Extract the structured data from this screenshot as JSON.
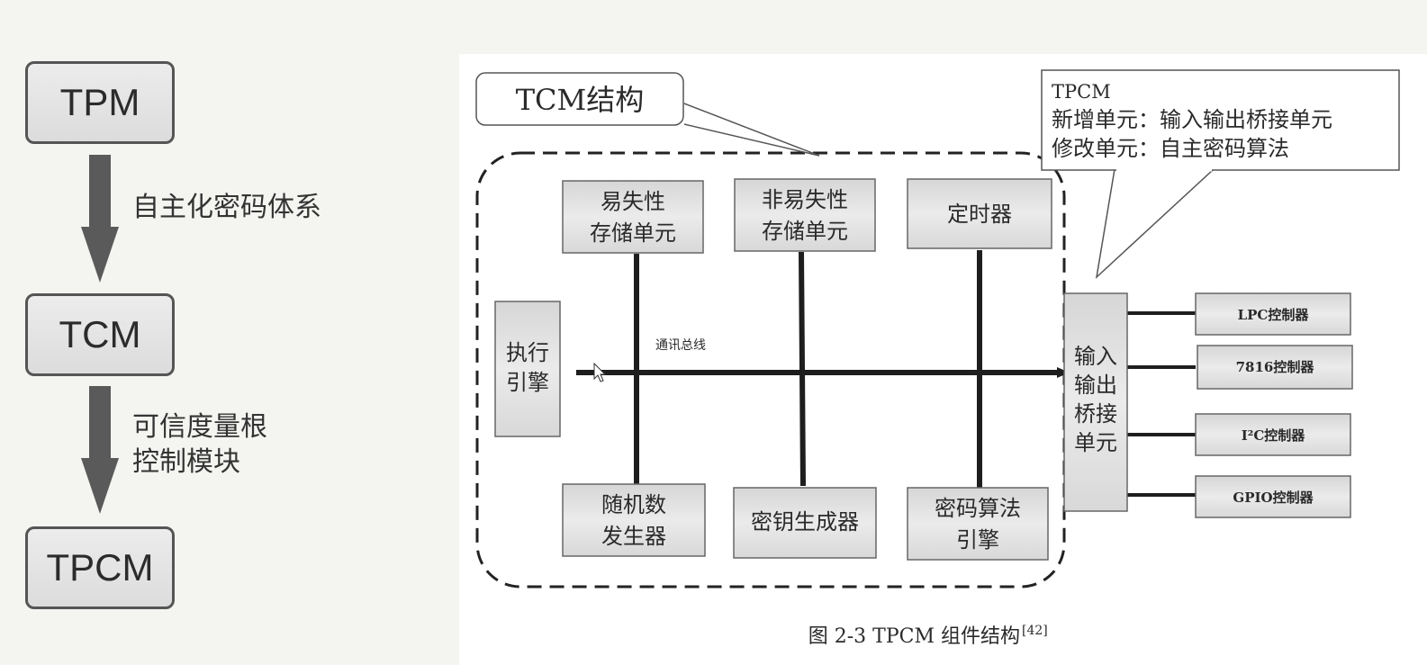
{
  "evolution": {
    "stages": [
      "TPM",
      "TCM",
      "TPCM"
    ],
    "transitions": [
      {
        "lines": [
          "自主化密码体系"
        ]
      },
      {
        "lines": [
          "可信度量根",
          "控制模块"
        ]
      }
    ]
  },
  "figure": {
    "tcm_callout": "TCM结构",
    "tpcm_callout": {
      "title": "TPCM",
      "line1": "新增单元：输入输出桥接单元",
      "line2": "修改单元：自主密码算法"
    },
    "units": {
      "volatile": [
        "易失性",
        "存储单元"
      ],
      "nonvolatile": [
        "非易失性",
        "存储单元"
      ],
      "timer": [
        "定时器"
      ],
      "exec_engine": [
        "执行",
        "引擎"
      ],
      "rng": [
        "随机数",
        "发生器"
      ],
      "keygen": [
        "密钥生成器"
      ],
      "crypto_engine": [
        "密码算法",
        "引擎"
      ],
      "io_bridge": [
        "输入",
        "输出",
        "桥接",
        "单元"
      ]
    },
    "bus_label": "通讯总线",
    "controllers": [
      "LPC控制器",
      "7816控制器",
      "I²C控制器",
      "GPIO控制器"
    ],
    "caption": "图 2-3 TPCM 组件结构",
    "caption_ref": "[42]"
  },
  "colors": {
    "box_fill": "#e3e3e3",
    "box_border": "#555555",
    "arrow": "#5a5a5a",
    "line": "#1e1e1e"
  }
}
